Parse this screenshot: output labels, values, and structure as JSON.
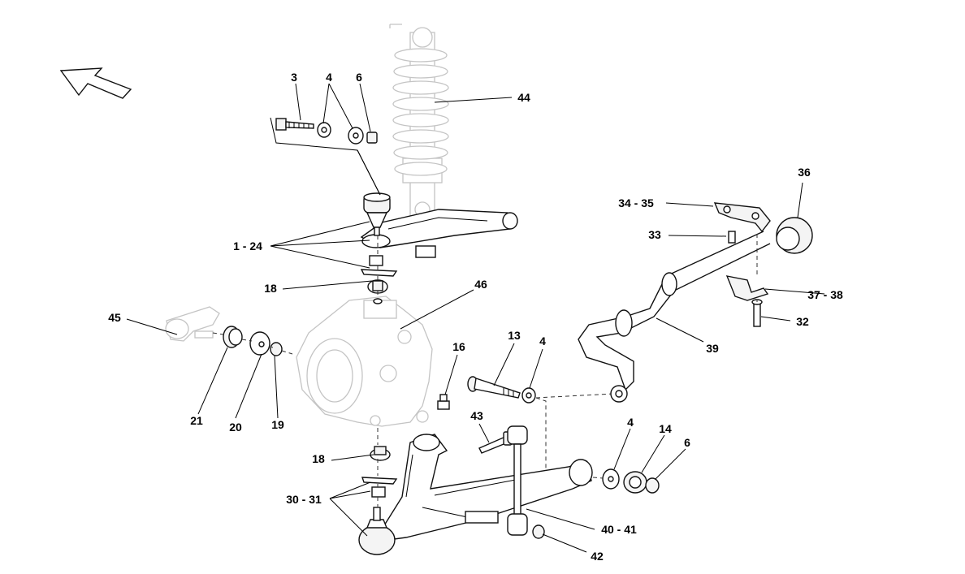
{
  "labels": {
    "l3": "3",
    "l4a": "4",
    "l6a": "6",
    "l44": "44",
    "l1_24": "1 - 24",
    "l18a": "18",
    "l46": "46",
    "l45": "45",
    "l21": "21",
    "l20": "20",
    "l19": "19",
    "l16": "16",
    "l13": "13",
    "l4b": "4",
    "l43": "43",
    "l18b": "18",
    "l30_31": "30 - 31",
    "l4c": "4",
    "l14": "14",
    "l6b": "6",
    "l40_41": "40 - 41",
    "l42": "42",
    "l34_35": "34 - 35",
    "l36": "36",
    "l33": "33",
    "l37_38": "37 - 38",
    "l32": "32",
    "l39": "39"
  },
  "icons": {
    "direction": "arrow-icon"
  }
}
